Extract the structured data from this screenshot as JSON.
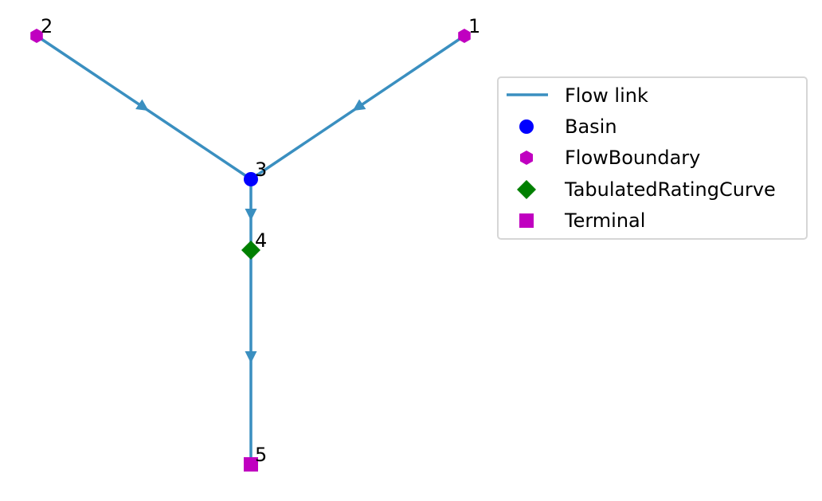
{
  "colors": {
    "link": "#3a8fc0",
    "basin": "#0000ff",
    "flow_boundary": "#c000c0",
    "tabulated_rating_curve": "#008000",
    "terminal": "#c000c0",
    "legend_border": "#d6d6d6"
  },
  "nodes": [
    {
      "id": "1",
      "type": "FlowBoundary",
      "label": "1"
    },
    {
      "id": "2",
      "type": "FlowBoundary",
      "label": "2"
    },
    {
      "id": "3",
      "type": "Basin",
      "label": "3"
    },
    {
      "id": "4",
      "type": "TabulatedRatingCurve",
      "label": "4"
    },
    {
      "id": "5",
      "type": "Terminal",
      "label": "5"
    }
  ],
  "links": [
    {
      "from": "2",
      "to": "3"
    },
    {
      "from": "1",
      "to": "3"
    },
    {
      "from": "3",
      "to": "4"
    },
    {
      "from": "4",
      "to": "5"
    }
  ],
  "legend": {
    "items": [
      {
        "label": "Flow link",
        "icon": "line"
      },
      {
        "label": "Basin",
        "icon": "circle"
      },
      {
        "label": "FlowBoundary",
        "icon": "hexagon"
      },
      {
        "label": "TabulatedRatingCurve",
        "icon": "diamond"
      },
      {
        "label": "Terminal",
        "icon": "square"
      }
    ]
  }
}
